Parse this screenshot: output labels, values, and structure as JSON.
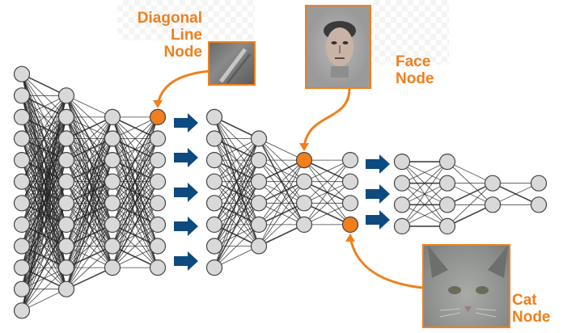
{
  "labels": {
    "diagonal": [
      "Diagonal",
      "Line",
      "Node"
    ],
    "face": [
      "Face",
      "Node"
    ],
    "cat": [
      "Cat",
      "Node"
    ]
  },
  "networks": [
    {
      "layers": [
        12,
        10,
        8,
        8
      ],
      "highlight": [
        [
          3,
          0
        ]
      ]
    },
    {
      "layers": [
        8,
        6,
        4,
        4
      ],
      "highlight": [
        [
          2,
          0
        ],
        [
          3,
          3
        ]
      ]
    },
    {
      "layers": [
        4,
        4,
        2,
        2
      ],
      "highlight": []
    }
  ],
  "arrow_groups": [
    5,
    3
  ],
  "colors": {
    "accent": "#f07f1c",
    "node_fill": "#d9d9d9",
    "node_stroke": "#444444",
    "arrow": "#0d4a80",
    "edge": "#222222"
  }
}
